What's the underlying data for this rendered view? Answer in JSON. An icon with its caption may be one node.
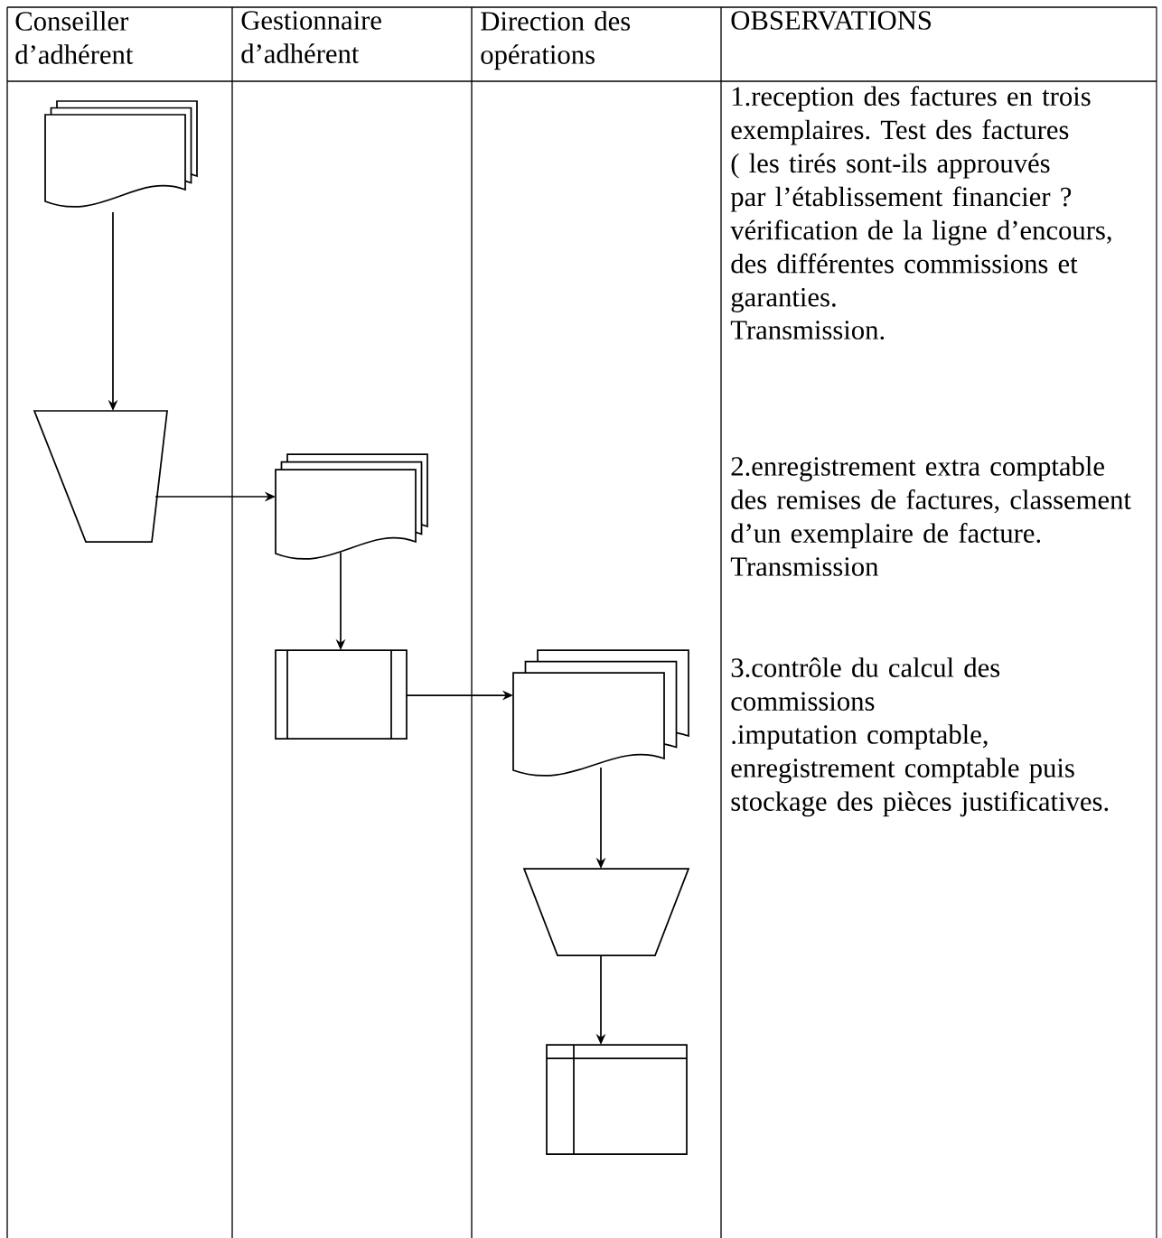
{
  "diagram": {
    "nodes": [
      {
        "text": [],
        "shape": "documents"
      },
      {
        "text": [],
        "shape": "trapezoid"
      },
      {
        "text": [],
        "shape": "documents"
      },
      {
        "text": [],
        "shape": "box"
      },
      {
        "text": [],
        "shape": "documents"
      },
      {
        "text": [],
        "shape": "trapezoid"
      },
      {
        "text": [],
        "shape": "box"
      }
    ],
    "edges": [
      {
        "from": 0,
        "to": 1,
        "arrow": "to"
      },
      {
        "from": 1,
        "to": 2,
        "arrow": "to"
      },
      {
        "from": 2,
        "to": 3,
        "arrow": "to"
      },
      {
        "from": 3,
        "to": 4,
        "arrow": "to"
      },
      {
        "from": 4,
        "to": 5,
        "arrow": "to"
      },
      {
        "from": 5,
        "to": 6,
        "arrow": "to"
      }
    ],
    "labels": [
      "Conseiller d’adhérent",
      "Gestionnaire d’adhérent",
      "Direction des opérations",
      "OBSERVATIONS",
      "1.reception des factures en trois exemplaires. Test des factures ( les tirés sont-ils approuvés par l’établissement financier ? vérification de la ligne d’encours, des différentes commissions et garanties.",
      "Transmission.",
      "2.enregistrement extra comptable des remises de factures, classement d’un exemplaire de facture.",
      "Transmission",
      "3.contrôle du calcul des commissions",
      ".imputation comptable, enregistrement comptable puis stockage des pièces justificatives."
    ]
  }
}
